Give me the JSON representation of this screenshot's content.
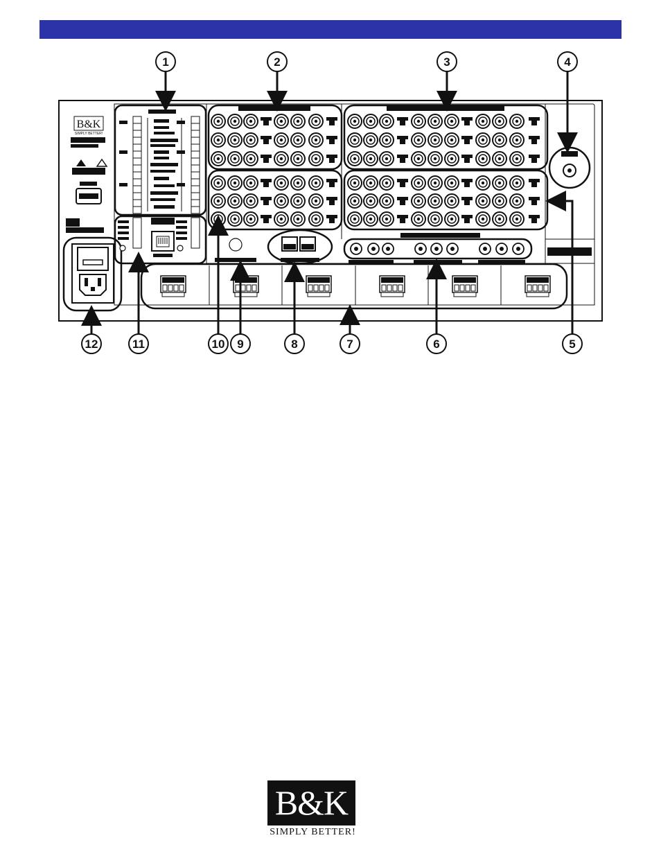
{
  "callouts": {
    "c1": "1",
    "c2": "2",
    "c3": "3",
    "c4": "4",
    "c5": "5",
    "c6": "6",
    "c7": "7",
    "c8": "8",
    "c9": "9",
    "c10": "10",
    "c11": "11",
    "c12": "12"
  },
  "panel_logo": {
    "brand": "B&K",
    "tagline": "SIMPLY BETTER!"
  },
  "footer_logo": {
    "brand": "B&K",
    "tagline": "SIMPLY BETTER!"
  },
  "colors": {
    "banner": "#2a34a8",
    "ink": "#111111",
    "paper": "#ffffff"
  }
}
